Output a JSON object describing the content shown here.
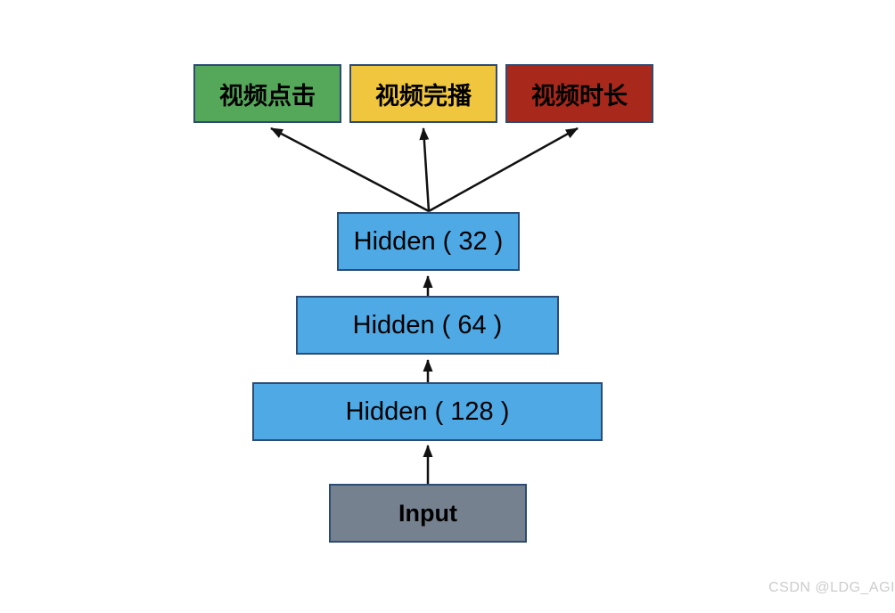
{
  "diagram": {
    "title_semantic": "neural-network-multitask-diagram",
    "outputs": [
      {
        "label": "视频点击",
        "color": "#55A85A"
      },
      {
        "label": "视频完播",
        "color": "#F0C63F"
      },
      {
        "label": "视频时长",
        "color": "#A8281C"
      }
    ],
    "hidden_layers": [
      {
        "label": "Hidden ( 32 )",
        "color": "#4EA9E5"
      },
      {
        "label": "Hidden ( 64 )",
        "color": "#4EA9E5"
      },
      {
        "label": "Hidden ( 128 )",
        "color": "#4EA9E5"
      }
    ],
    "input_layer": {
      "label": "Input",
      "color": "#76818F"
    },
    "border_color": "#2C4B75",
    "arrow_color": "#111111",
    "edges": [
      {
        "from": "input",
        "to": "hidden-128"
      },
      {
        "from": "hidden-128",
        "to": "hidden-64"
      },
      {
        "from": "hidden-64",
        "to": "hidden-32"
      },
      {
        "from": "hidden-32",
        "to": "output-video-click"
      },
      {
        "from": "hidden-32",
        "to": "output-video-completion"
      },
      {
        "from": "hidden-32",
        "to": "output-video-duration"
      }
    ]
  },
  "watermark": "CSDN @LDG_AGI"
}
